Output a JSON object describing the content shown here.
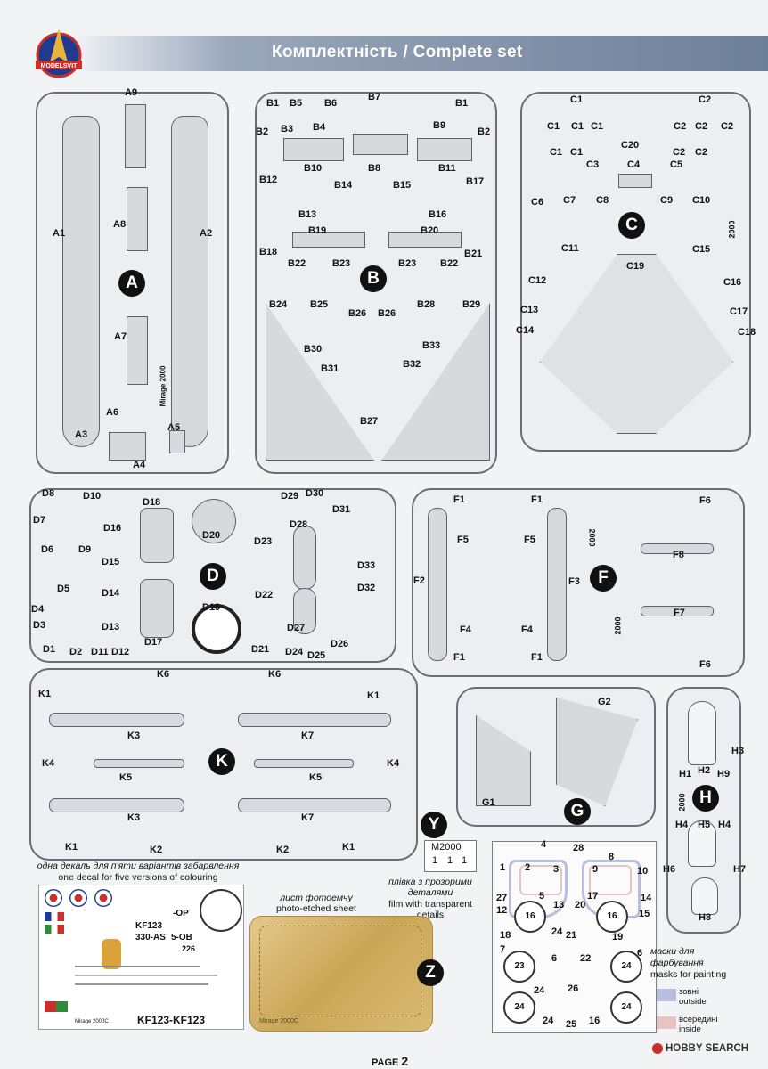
{
  "header": {
    "title": "Комплектність / Complete set",
    "logo_text": "MODELSVIT"
  },
  "sprues": {
    "A": {
      "letter": "A",
      "labels": [
        "A9",
        "A1",
        "A2",
        "A8",
        "A7",
        "A6",
        "A3",
        "A4",
        "A5",
        "Mirage 2000"
      ]
    },
    "B": {
      "letter": "B",
      "labels": [
        "B7",
        "B1",
        "B5",
        "B6",
        "B3",
        "B4",
        "B1",
        "B9",
        "B2",
        "B2",
        "B10",
        "B8",
        "B11",
        "B12",
        "B14",
        "B15",
        "B17",
        "B13",
        "B16",
        "B19",
        "B20",
        "B18",
        "B21",
        "B22",
        "B23",
        "B23",
        "B22",
        "B24",
        "B25",
        "B26",
        "B26",
        "B28",
        "B29",
        "B30",
        "B33",
        "B31",
        "B32",
        "B27"
      ]
    },
    "C": {
      "letter": "C",
      "labels": [
        "C1",
        "C2",
        "C1",
        "C2",
        "C1",
        "C1",
        "C2",
        "C2",
        "C20",
        "C1",
        "C1",
        "C2",
        "C2",
        "C3",
        "C4",
        "C5",
        "C6",
        "C7",
        "C8",
        "C9",
        "C10",
        "C11",
        "C15",
        "C19",
        "C12",
        "C16",
        "C13",
        "C17",
        "C14",
        "C18",
        "2000"
      ]
    },
    "D": {
      "letter": "D",
      "labels": [
        "D8",
        "D10",
        "D18",
        "D29",
        "D30",
        "D31",
        "D7",
        "D16",
        "D20",
        "D28",
        "D6",
        "D9",
        "D23",
        "D33",
        "D15",
        "D5",
        "D14",
        "D22",
        "D32",
        "D4",
        "D19",
        "D3",
        "D13",
        "D17",
        "D27",
        "D26",
        "D1",
        "D2",
        "D11",
        "D12",
        "D21",
        "D24",
        "D25"
      ]
    },
    "F": {
      "letter": "F",
      "labels": [
        "F1",
        "F1",
        "F6",
        "F5",
        "F5",
        "2000",
        "F8",
        "F2",
        "F3",
        "F7",
        "F4",
        "F4",
        "2000",
        "F1",
        "F1",
        "F6"
      ]
    },
    "K": {
      "letter": "K",
      "labels": [
        "K6",
        "K6",
        "K1",
        "K1",
        "K3",
        "K7",
        "K4",
        "K4",
        "K5",
        "K5",
        "K3",
        "K7",
        "K1",
        "K2",
        "K2",
        "K1"
      ]
    },
    "G": {
      "letter": "G",
      "labels": [
        "G2",
        "G1"
      ]
    },
    "H": {
      "letter": "H",
      "labels": [
        "H3",
        "H2",
        "H1",
        "H9",
        "2000",
        "H4",
        "H5",
        "H4",
        "H6",
        "H7",
        "H8"
      ]
    },
    "Y": {
      "letter": "Y",
      "labels": [
        "M2000",
        "1",
        "1",
        "1"
      ]
    },
    "Z": {
      "letter": "Z",
      "labels": [
        "Mirage 2000C"
      ]
    }
  },
  "captions": {
    "decal_ua": "одна декаль для п'яти варіантів забарвлення",
    "decal_en": "one decal for five versions of colouring",
    "pe_ua": "лист фотоемчу",
    "pe_en": "photo-etched sheet",
    "film_ua1": "плівка з прозорими",
    "film_ua2": "деталями",
    "film_en1": "film with transparent",
    "film_en2": "details",
    "masks_ua1": "маски для",
    "masks_ua2": "фарбування",
    "masks_en": "masks for painting",
    "outside_ua": "зовні",
    "outside_en": "outside",
    "inside_ua": "всередині",
    "inside_en": "inside"
  },
  "decal_texts": [
    "KF123",
    "330-AS",
    "5-OB",
    "-OP",
    "226",
    "KF123-KF123",
    "Mirage 2000C"
  ],
  "mask_numbers": [
    "4",
    "28",
    "8",
    "1",
    "2",
    "3",
    "9",
    "10",
    "27",
    "5",
    "12",
    "17",
    "16",
    "14",
    "20",
    "13",
    "15",
    "16",
    "21",
    "18",
    "19",
    "7",
    "6",
    "22",
    "23",
    "24",
    "24",
    "24",
    "24",
    "24",
    "24",
    "25",
    "26",
    "16"
  ],
  "colors": {
    "outside": "#b8bedd",
    "inside": "#e8c3c3",
    "sprue_line": "#6a6d73",
    "pe_gold": "#caa657",
    "header_band": "#6e7f99"
  },
  "footer": {
    "page_label": "PAGE",
    "page_num": "2",
    "watermark": "HOBBY SEARCH"
  }
}
